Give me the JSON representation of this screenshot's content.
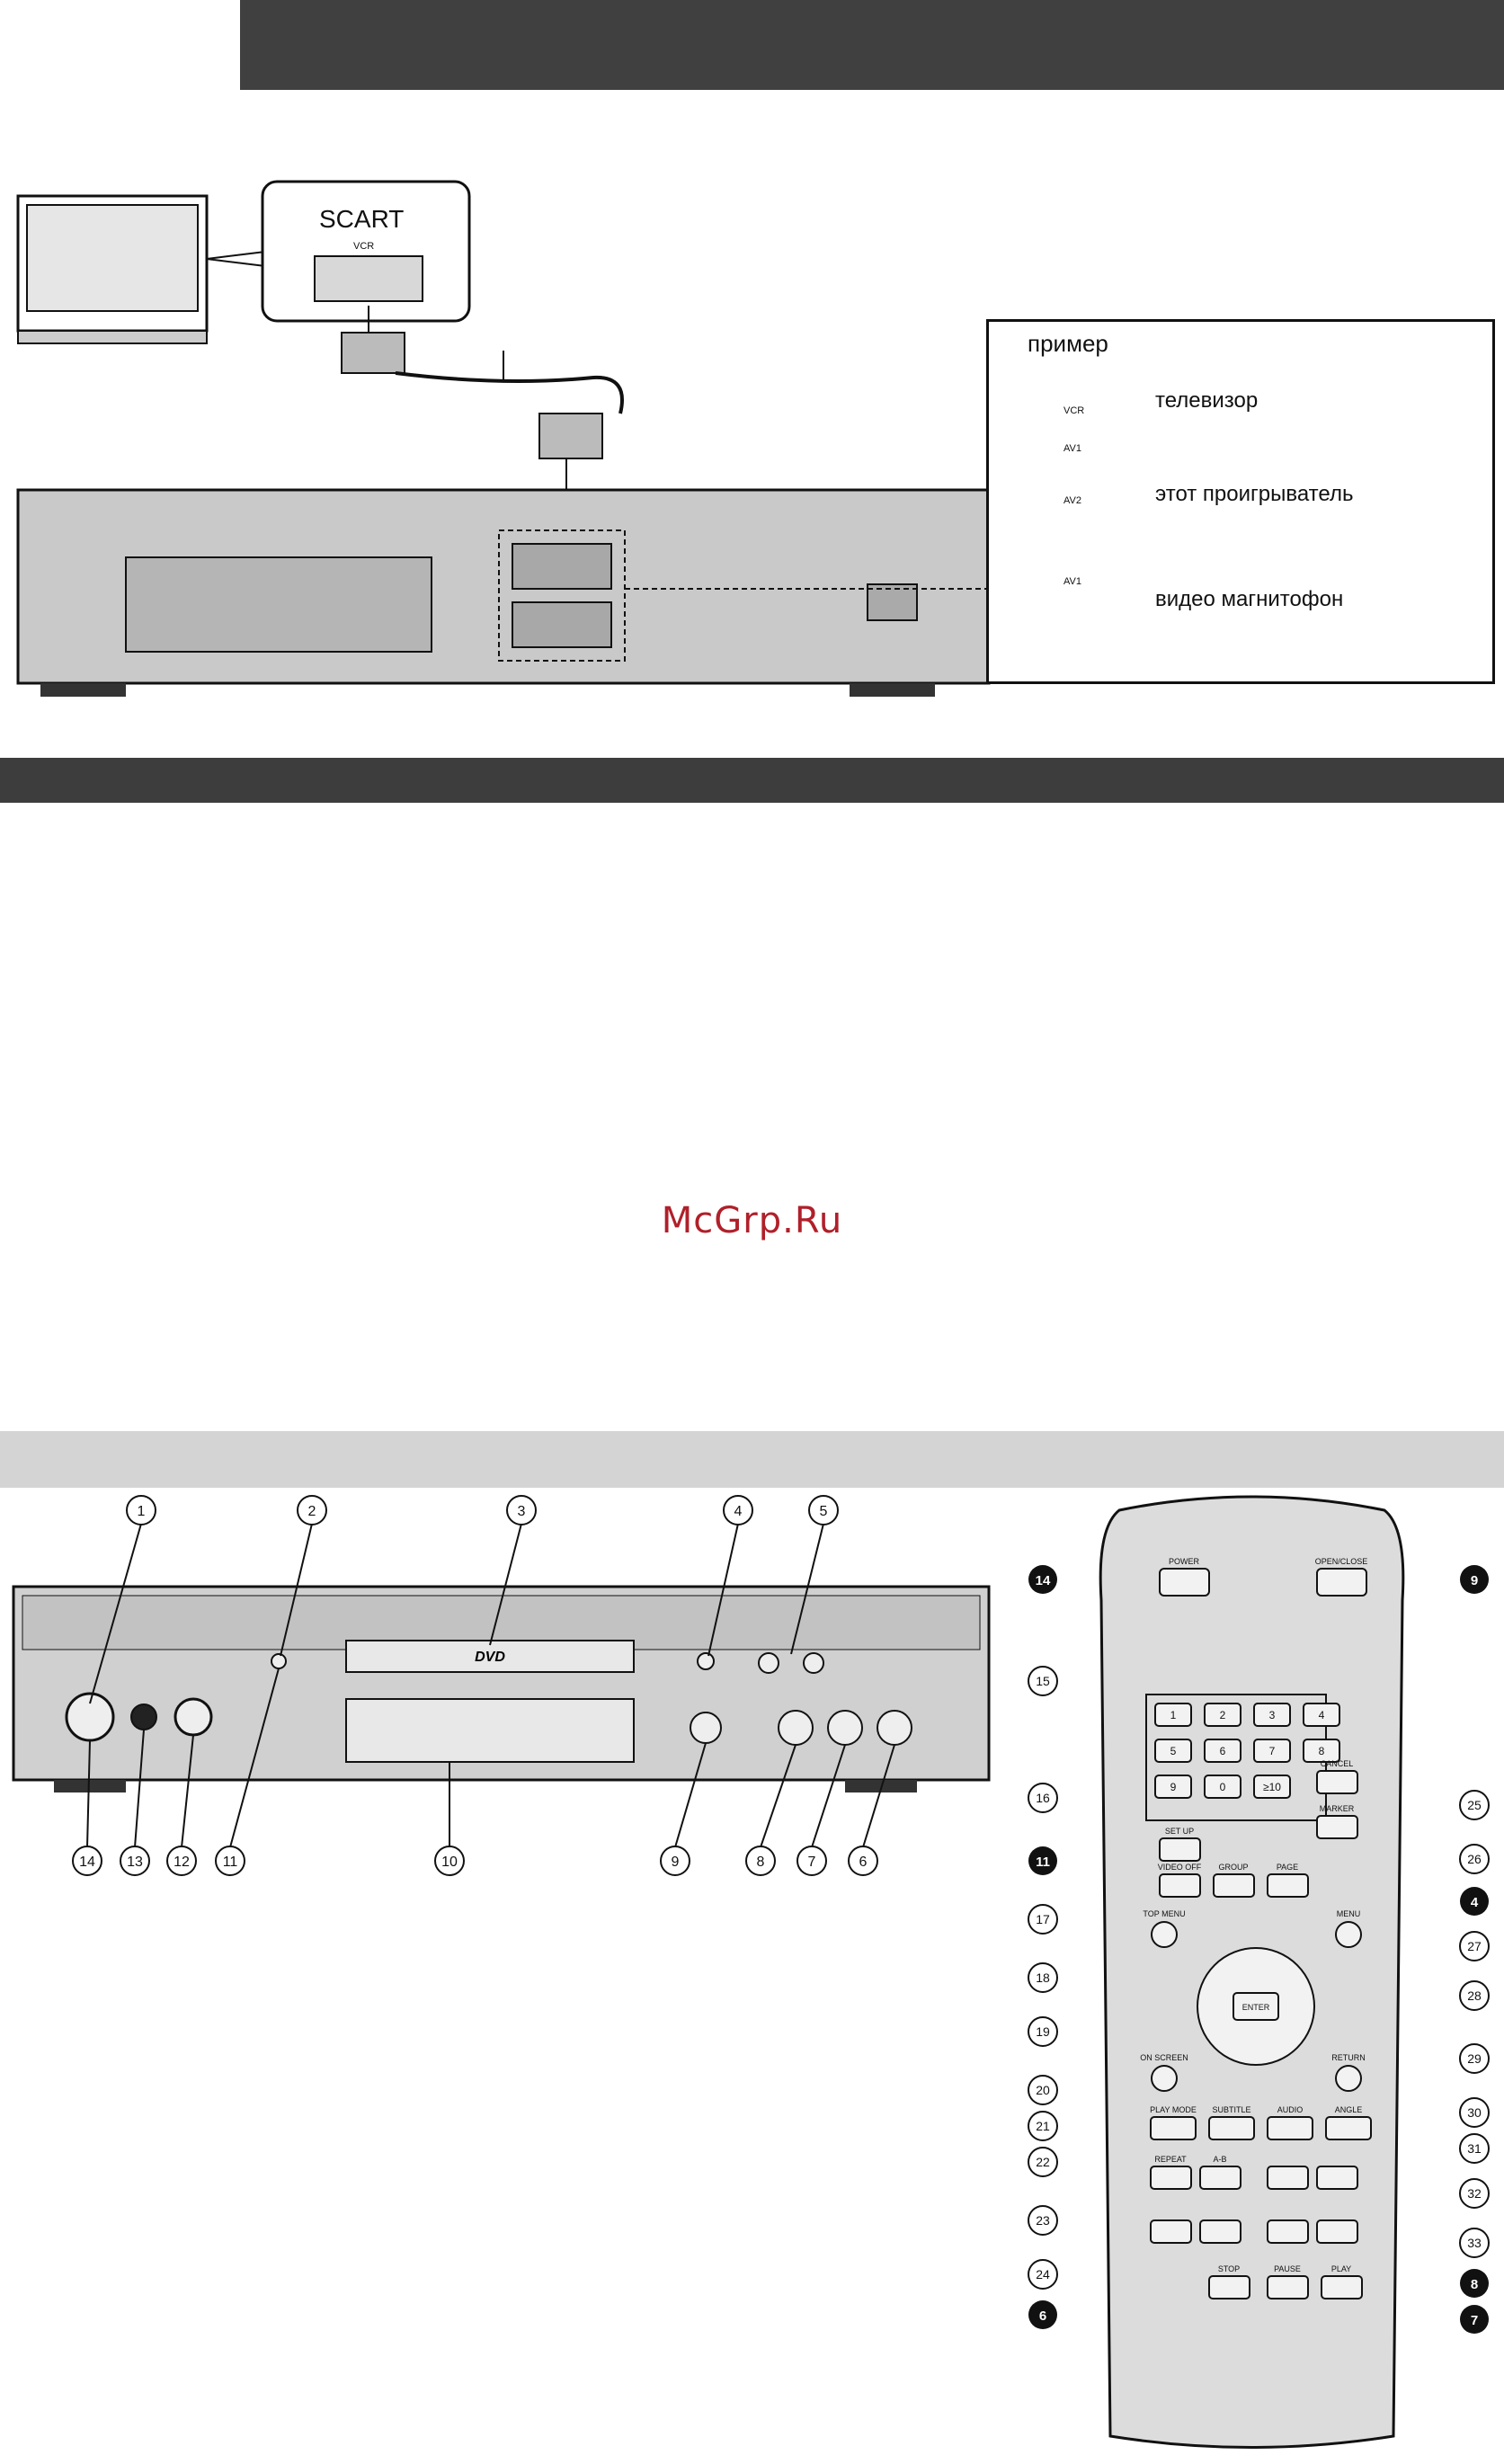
{
  "header": {
    "bar_color": "#404040"
  },
  "connection": {
    "scart_label": "SCART",
    "vcr_label": "VCR",
    "legend": {
      "title": "пример",
      "items": [
        {
          "socket": "VCR",
          "text": "телевизор"
        },
        {
          "socket": "AV1",
          "socket2": "AV2",
          "text": "этот проигрыватель"
        },
        {
          "socket": "AV1",
          "text": "видео магнитофон"
        }
      ]
    }
  },
  "section_bar_color": "#3d3d3d",
  "watermark": "McGrp.Ru",
  "controls_bar_color": "#d4d4d4",
  "front_panel": {
    "top_callouts": [
      "1",
      "2",
      "3",
      "4",
      "5"
    ],
    "bottom_callouts": [
      "14",
      "13",
      "12",
      "11",
      "10",
      "9",
      "8",
      "7",
      "6"
    ],
    "dvd_logo": "DVD"
  },
  "remote": {
    "labels": {
      "power": "POWER",
      "open_close": "OPEN/CLOSE",
      "cancel": "CANCEL",
      "marker": "MARKER",
      "setup": "SET UP",
      "video_off": "VIDEO OFF",
      "group": "GROUP",
      "page": "PAGE",
      "top_menu": "TOP MENU",
      "menu": "MENU",
      "enter": "ENTER",
      "on_screen": "ON SCREEN",
      "return": "RETURN",
      "play_mode": "PLAY MODE",
      "subtitle": "SUBTITLE",
      "audio": "AUDIO",
      "angle": "ANGLE",
      "repeat": "REPEAT",
      "a_b": "A-B",
      "stop": "STOP",
      "pause": "PAUSE",
      "play": "PLAY"
    },
    "keypad": [
      "1",
      "2",
      "3",
      "4",
      "5",
      "6",
      "7",
      "8",
      "9",
      "0",
      "≥10"
    ],
    "callouts_left": [
      "14",
      "15",
      "16",
      "11",
      "17",
      "18",
      "19",
      "20",
      "21",
      "22",
      "23",
      "24",
      "6"
    ],
    "callouts_right": [
      "9",
      "25",
      "26",
      "4",
      "27",
      "28",
      "29",
      "30",
      "31",
      "32",
      "33",
      "8",
      "7"
    ]
  }
}
